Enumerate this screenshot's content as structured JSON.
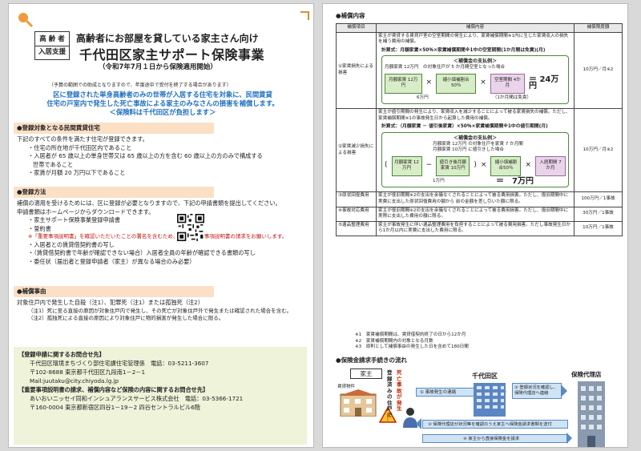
{
  "left": {
    "badge": [
      "高 齢 者",
      "入居支援"
    ],
    "title_line1": "高齢者にお部屋を貸している家主さん向け",
    "title_line2": "千代田区家主サポート保険事業",
    "title_line3": "（令和7年7月１日から保険適用開始）",
    "budget_note": "（予算の範囲での助成となりますので、年度途中で受付を終了する場合があります）",
    "lead": [
      "区に登録された単身高齢者のみの世帯が入居する住宅を対象に、民間賃貸",
      "住宅の戸室内で発生した死亡事故による家主のみなさんの損害を補償します。",
      "＜保険料は千代田区が負担します＞"
    ],
    "sec_target": "●登録対象となる民間賃貸住宅",
    "target_lines": [
      "下記のすべての条件を満たす住宅が登録できます。",
      "・住宅の所在地が千代田区内であること",
      "・入居者が 65 歳以上の単身世帯又は 65 歳以上の方を含む 60 歳以上の方のみで構成する",
      "世帯であること",
      "・家賃が月額 20 万円以下であること"
    ],
    "sec_method": "●登録方法",
    "method_lines": [
      "補償の適用を受けるためには、区に登録が必要となりますので、下記の申請書類を提出してください。",
      "申請書類はホームページからダウンロードできます。",
      "・家主サポート保険事業登録申請書",
      "・誓約書",
      "・入居者との賃貸借契約書の写し",
      "・（賃貸借契約書で年齢が確認できない場合）入居者全員の年齢が確認できる書類の写し",
      "・委任状（届出者と登録申請者（家主）が異なる場合のみ必要）"
    ],
    "method_warning": "※「重要事項説明書」を確認いただいたことの署名を含むため、事前に重要事項説明書の請求をお願いします。",
    "sec_cause": "●補償事由",
    "cause_lines": [
      "対象住戸内で発生した自殺（注1）、犯罪死（注1）または孤独死（注2）",
      "（注1）死に至る直接の原因が対象住戸内で発生し、その死亡が対象住戸外で発生または確認された場合を含む。",
      "（注2）孤独死による直接の原因により対象住戸に物的損害が発生した場合に限る。"
    ],
    "contact": [
      {
        "type": "h",
        "text": "【登録申請に関するお問合せ先】"
      },
      {
        "type": "l",
        "text": "千代田区環境まちづくり部住宅課住宅管理係　電話：03-5211-3607"
      },
      {
        "type": "l",
        "text": "〒102-8688 東京都千代田区九段南1－2－1"
      },
      {
        "type": "l",
        "text": "Mail:juutaku@city.chiyoda.lg.jp"
      },
      {
        "type": "h",
        "text": "【重要事項説明書の請求、補償内容など保険の内容に関するお問合せ先】"
      },
      {
        "type": "l",
        "text": "あいおいニッセイ同和インシュアランスサービス株式会社　電話：03-5366-1721"
      },
      {
        "type": "l",
        "text": "〒160-0004 東京都新宿区四谷1－19－2 四谷セントラルビル6階"
      }
    ]
  },
  "right": {
    "sec_content": "●補償内容",
    "headers": [
      "補償項目",
      "補償内容",
      "補償限度額"
    ],
    "row1": {
      "item": "①家賃損失による損害",
      "desc": "家主が賃貸する賃貸戸室の空室期間の発生により、家賃補償期間※1内に生じた家賃収入の損失を補う費用の補償。",
      "formula": "計算式：月額家賃×50％×家賃補償期間※1中の空室期間(1か月間は免責)(月)",
      "ex_title": "＜補償金の支払例＞",
      "ex_sub": "月額家賃 12万円　の対象住戸が 5 か月間空室となった場合",
      "b1": "月額家賃 12万円",
      "b2": "縮小填補割合50％",
      "b3": "空室期間 4か月",
      "result": "＝ 24万円",
      "foot_a": "6万円",
      "foot_b": "（1か月間は免責）",
      "limit": "10万円／月※2"
    },
    "row2": {
      "item": "②家賃減少損失による損害",
      "desc": "家主が値引期間の発生により、家賃収入を減少することによって被る家賃損失の補償。ただし、家賃補償期間※1の事故発生日から起算した費用の補償。",
      "formula": "計算式：（月額家賃 － 値引後家賃）×50％×家賃補償期間※1中の値引期間(月)",
      "ex_title": "＜補償金の支払例＞",
      "ex_sub1": "月額家賃 12万円 の対象住戸を家賃 7 か月間",
      "ex_sub2": "月額家賃 10万円 に値引きした場合",
      "b1": "月額家賃 12万円",
      "b2": "値引き後月額家賃 10万円",
      "b3": "縮小填補割合50％",
      "b4": "入居期間 7か月",
      "foot_a": "1万円",
      "result": "＝　7万円",
      "limit": "10万円／月※2"
    },
    "row3": {
      "item": "③原状回復費用",
      "desc": "家主が復旧期間※2の支出を余儀なくされることによって被る費用損害。ただし、復旧期間中に実費に支出した原状回復費用の額から 前の金額を差し引いた額に限る。",
      "limit": "100万円／1事故"
    },
    "row4": {
      "item": "④事故対応費用",
      "desc": "家主が復旧期間※2の支出を余儀なくされることによって被る費用損害。ただし、復旧期間中に実際に支出した費用の額に限る。",
      "limit": "30万円／1事故"
    },
    "row5": {
      "item": "⑤遺品整理費用",
      "desc": "家主が事故発生に伴い遺品整理費用を負担することによって被る費用損害。ただし事故発生日から1か月以内に実費に支出した費用に限る。",
      "limit": "10万円／1事故"
    },
    "notes": [
      "※1　家賃補償期間は、賃貸借契約終了の日から12か月",
      "※2　家賃補償期間内の対象となる月数",
      "※3　原則として補償事由の発生した日を含めて180日間"
    ],
    "sec_flow": "●保険金請求手続きの流れ",
    "flow": {
      "landlord": "家主",
      "ward": "千代田区",
      "agency": "保険代理店",
      "property": "賃貸物件",
      "death_label": "死亡事故が発生",
      "step1": "① 事故発生の連絡",
      "step2": "② 登録状況を確認し、保険代理店へ連絡",
      "step3": "③ 保険代理店が状況等を確認のうえ家主へ保険金請求書類を送付",
      "step4": "④ 家主から直接保険金を請求",
      "vert_label": "登録済みの住戸で"
    }
  }
}
